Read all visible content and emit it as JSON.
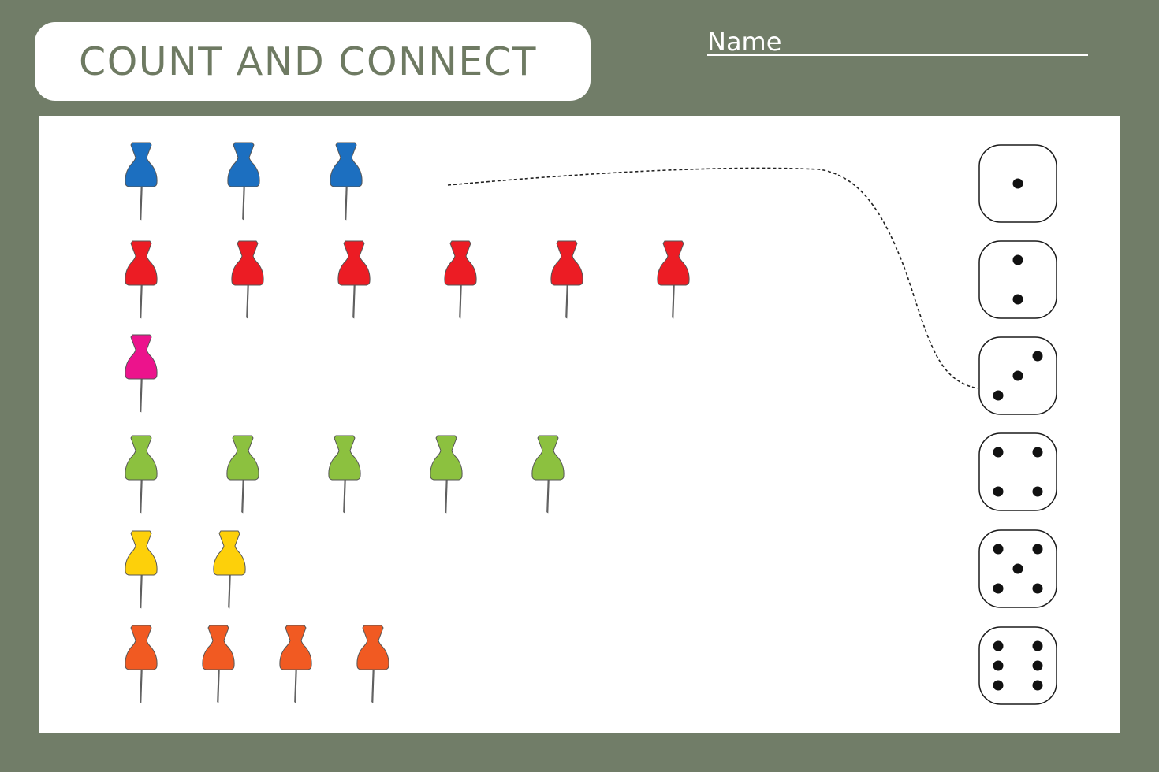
{
  "header": {
    "title": "COUNT AND CONNECT",
    "name_label": "Name"
  },
  "rows": [
    {
      "color": "blue",
      "fill": "#1c6fc0",
      "count": 3
    },
    {
      "color": "red",
      "fill": "#ec1c24",
      "count": 6
    },
    {
      "color": "pink",
      "fill": "#ec138c",
      "count": 1
    },
    {
      "color": "green",
      "fill": "#8cc13f",
      "count": 5
    },
    {
      "color": "yellow",
      "fill": "#fdd00a",
      "count": 2
    },
    {
      "color": "orange",
      "fill": "#f15a22",
      "count": 4
    }
  ],
  "dice": [
    1,
    2,
    3,
    4,
    5,
    6
  ],
  "example_connection": {
    "from_row": "blue",
    "to_die": 3
  },
  "colors": {
    "background": "#717d68",
    "title_text": "#6e7a62",
    "sheet": "#ffffff"
  }
}
